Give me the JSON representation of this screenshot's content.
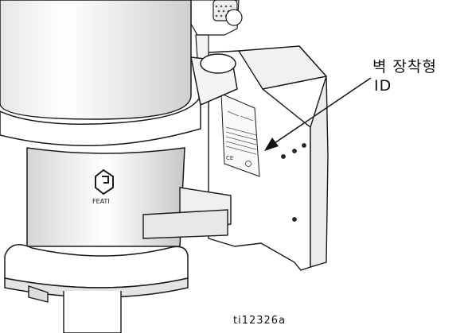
{
  "callout": {
    "line1": "벽 장착형",
    "line2": "ID"
  },
  "figure_id": "ti12326a",
  "pump_logo_text": "FEATI",
  "colors": {
    "outline": "#1a1a1a",
    "fill": "#ffffff",
    "shade": "#d9d9d9"
  }
}
